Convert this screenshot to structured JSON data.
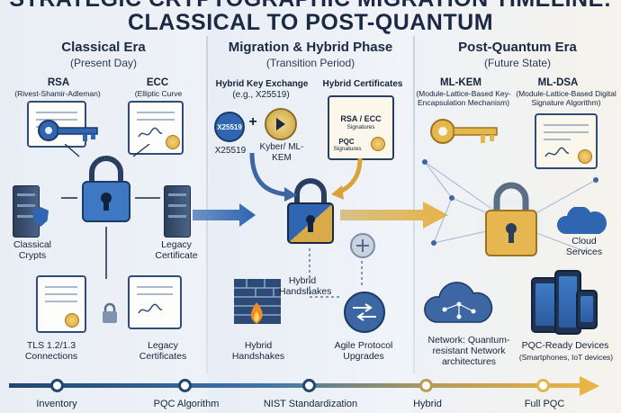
{
  "title": {
    "line1": "STRATEGIC CRYPTOGRAPHIC MIGRATION TIMELINE:",
    "line2": "CLASSICAL TO POST-QUANTUM"
  },
  "eras": [
    {
      "name": "Classical Era",
      "sub": "(Present Day)"
    },
    {
      "name": "Migration & Hybrid Phase",
      "sub": "(Transition Period)"
    },
    {
      "name": "Post-Quantum Era",
      "sub": "(Future State)"
    }
  ],
  "classical": {
    "rsa": "RSA",
    "rsa_sub": "(Rivest-Shamir-Adleman)",
    "ecc": "ECC",
    "ecc_sub": "(Elliptic Curve",
    "classical_crypts": "Classical Crypts",
    "legacy_certificate": "Legacy Certificate",
    "tls": "TLS 1.2/1.3 Connections",
    "legacy_certificates": "Legacy Certificates"
  },
  "hybrid": {
    "key_exchange": "Hybrid Key Exchange",
    "key_exchange_sub": "(e.g., X25519)",
    "x25519_badge": "X25519",
    "x25519": "X25519",
    "kyber": "Kyber/ ML-KEM",
    "certificates": "Hybrid Certificates",
    "cert_rsa_ecc": "RSA / ECC",
    "cert_signatures": "Signatures",
    "cert_pqc": "PQC",
    "cert_pqc_signatures": "Signatures",
    "handshakes_center": "Hybrid Handshakes",
    "handshakes": "Hybrid Handshakes",
    "agile": "Agile Protocol Upgrades"
  },
  "pq": {
    "mlkem": "ML-KEM",
    "mlkem_sub": "(Module-Lattice-Based Key-Encapsulation Mechanism)",
    "mldsa": "ML-DSA",
    "mldsa_sub": "(Module-Lattice-Based Digital Signature Algorithm)",
    "cloud": "Cloud Services",
    "network": "Network: Quantum-resistant Network architectures",
    "devices": "PQC-Ready Devices",
    "devices_sub": "(Smartphones, IoT devices)"
  },
  "timeline": [
    "Inventory",
    "PQC Algorithm",
    "NIST Standardization",
    "Hybrid",
    "Full PQC"
  ],
  "colors": {
    "navy": "#1b2a44",
    "blue": "#2f65b1",
    "gold": "#e7b446"
  },
  "icons": [
    "key-icon",
    "lock-icon",
    "server-icon",
    "shield-icon",
    "certificate-icon",
    "firewall-icon",
    "router-icon",
    "cloud-icon",
    "phone-icon",
    "fire-icon"
  ]
}
